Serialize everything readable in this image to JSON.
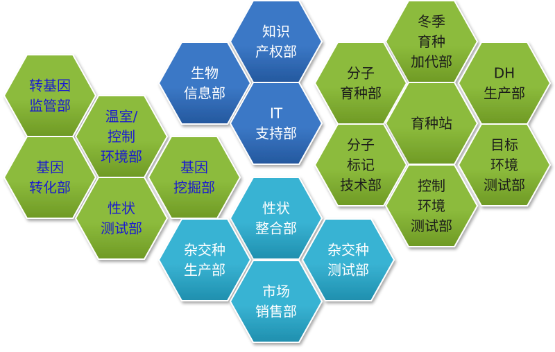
{
  "colors": {
    "green": "#8cbb3c",
    "green_dark": "#6f9a25",
    "blue": "#3b78c6",
    "blue_dark": "#24589e",
    "cyan": "#39b3d3",
    "cyan_dark": "#1f8fae",
    "text_blue": "#1a1ad0",
    "text_dark": "#1a1a1a",
    "text_white": "#ffffff"
  },
  "clusters": [
    {
      "name": "gene-cluster",
      "color": "green",
      "text_color": "text_blue",
      "hexagons": [
        {
          "lines": [
            "转基因",
            "监管部"
          ]
        },
        {
          "lines": [
            "温室/",
            "控制",
            "环境部"
          ]
        },
        {
          "lines": [
            "基因",
            "转化部"
          ]
        },
        {
          "lines": [
            "基因",
            "挖掘部"
          ]
        },
        {
          "lines": [
            "性状",
            "测试部"
          ]
        }
      ]
    },
    {
      "name": "info-cluster",
      "color": "blue",
      "text_color": "text_white",
      "hexagons": [
        {
          "lines": [
            "知识",
            "产权部"
          ]
        },
        {
          "lines": [
            "生物",
            "信息部"
          ]
        },
        {
          "lines": [
            "IT",
            "支持部"
          ]
        }
      ]
    },
    {
      "name": "breeding-cluster",
      "color": "green",
      "text_color": "text_dark",
      "hexagons": [
        {
          "lines": [
            "冬季",
            "育种",
            "加代部"
          ]
        },
        {
          "lines": [
            "分子",
            "育种部"
          ]
        },
        {
          "lines": [
            "DH",
            "生产部"
          ]
        },
        {
          "lines": [
            "育种站"
          ]
        },
        {
          "lines": [
            "分子",
            "标记",
            "技术部"
          ]
        },
        {
          "lines": [
            "目标",
            "环境",
            "测试部"
          ]
        },
        {
          "lines": [
            "控制",
            "环境",
            "测试部"
          ]
        }
      ]
    },
    {
      "name": "hybrid-cluster",
      "color": "cyan",
      "text_color": "text_white",
      "hexagons": [
        {
          "lines": [
            "性状",
            "整合部"
          ]
        },
        {
          "lines": [
            "杂交种",
            "生产部"
          ]
        },
        {
          "lines": [
            "杂交种",
            "测试部"
          ]
        },
        {
          "lines": [
            "市场",
            "销售部"
          ]
        }
      ]
    }
  ]
}
